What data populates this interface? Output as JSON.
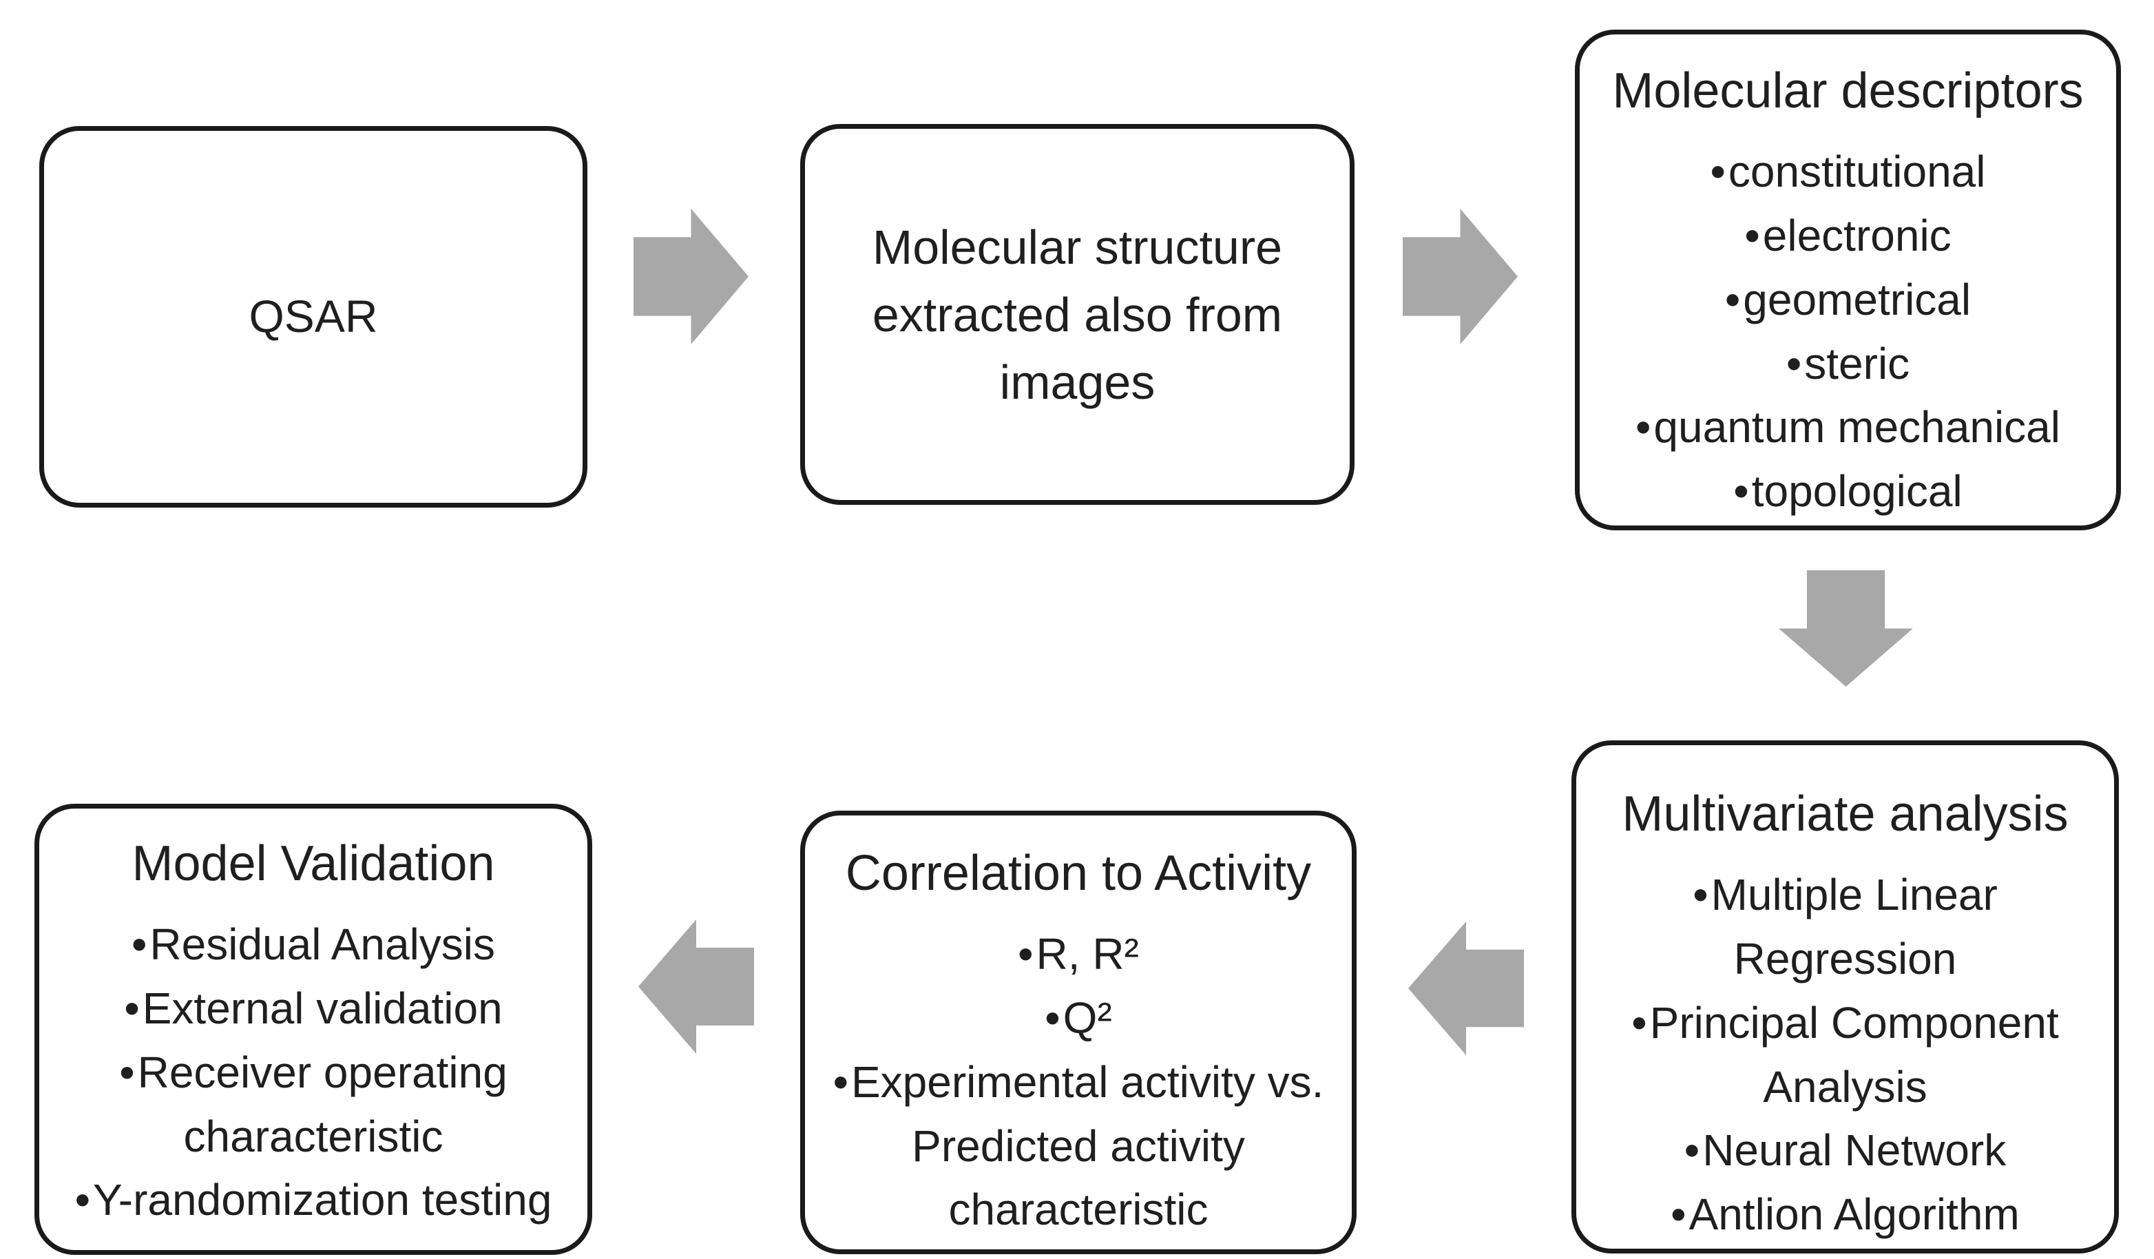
{
  "diagram": {
    "colors": {
      "background": "#ffffff",
      "box_border": "#1a1a1a",
      "text": "#1f1f1f",
      "arrow_fill": "#a8a8a8"
    },
    "boxes": {
      "qsar": {
        "label": "QSAR"
      },
      "molecular_structure": {
        "label": "Molecular structure extracted also from images"
      },
      "molecular_descriptors": {
        "title": "Molecular descriptors",
        "items": [
          "constitutional",
          "electronic",
          "geometrical",
          "steric",
          "quantum mechanical",
          "topological"
        ]
      },
      "multivariate_analysis": {
        "title": "Multivariate analysis",
        "items": [
          "Multiple Linear Regression",
          "Principal Component Analysis",
          "Neural Network",
          "Antlion Algorithm"
        ]
      },
      "correlation_to_activity": {
        "title": "Correlation to Activity",
        "items": [
          "R, R²",
          "Q²",
          "Experimental activity vs. Predicted activity characteristic"
        ]
      },
      "model_validation": {
        "title": "Model Validation",
        "items": [
          "Residual Analysis",
          "External validation",
          "Receiver operating characteristic",
          "Y-randomization testing"
        ]
      }
    },
    "arrows": {
      "flow_1": "qsar-to-molecular-structure",
      "flow_2": "molecular-structure-to-molecular-descriptors",
      "flow_3": "molecular-descriptors-to-multivariate-analysis",
      "flow_4": "multivariate-analysis-to-correlation-to-activity",
      "flow_5": "correlation-to-activity-to-model-validation"
    }
  }
}
